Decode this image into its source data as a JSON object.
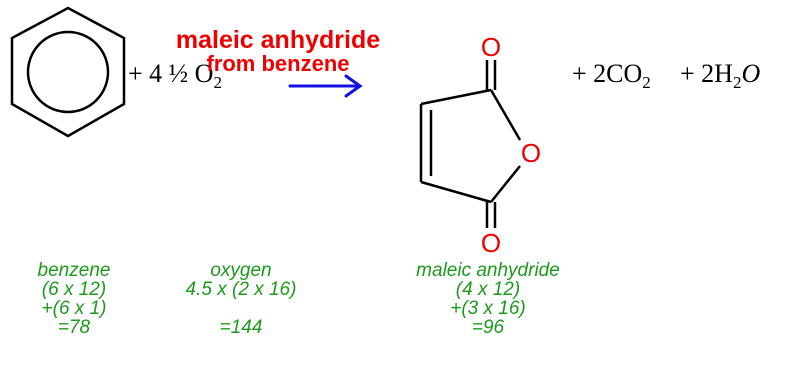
{
  "reaction": {
    "title_line1": "maleic anhydride",
    "title_line2": "from benzene",
    "reactant_oxygen": "+ 4 ½ O",
    "reactant_oxygen_sub": "2",
    "product_co2": "+ 2CO",
    "product_co2_sub": "2",
    "product_water_prefix": "+ 2H",
    "product_water_sub": "2",
    "product_water_suffix": "O",
    "atom_o_top": "O",
    "atom_o_ring": "O",
    "atom_o_bottom": "O"
  },
  "calculations": {
    "benzene": {
      "name": "benzene",
      "line1": "(6 x 12)",
      "line2": "+(6 x 1)",
      "total": "=78"
    },
    "oxygen": {
      "name": "oxygen",
      "line1": "4.5 x (2 x 16)",
      "total": "=144"
    },
    "maleic": {
      "name": "maleic anhydride",
      "line1": "(4 x 12)",
      "line2": "+(3 x 16)",
      "total": "=96"
    }
  },
  "colors": {
    "title": "#ee0000",
    "arrow": "#1010e0",
    "oxygen_atom": "#ee0000",
    "calculation_text": "#1c9a1c",
    "bonds": "#000000"
  }
}
